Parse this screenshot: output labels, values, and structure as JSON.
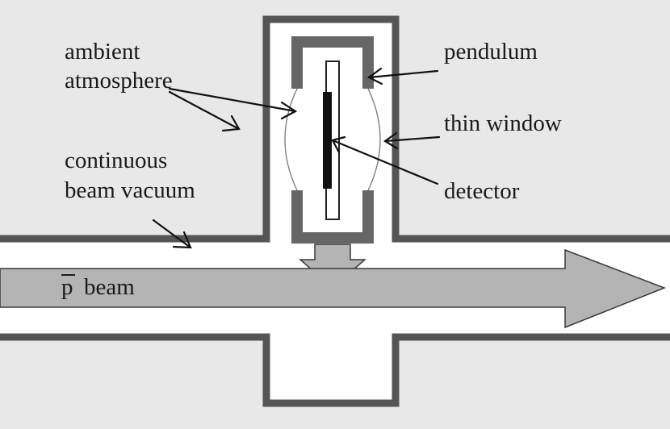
{
  "labels": {
    "ambient_line1": "ambient",
    "ambient_line2": "atmosphere",
    "vacuum_line1": "continuous",
    "vacuum_line2": "beam vacuum",
    "pendulum": "pendulum",
    "thin_window": "thin window",
    "detector": "detector",
    "beam_symbol": "p",
    "beam_word": "beam"
  },
  "colors": {
    "background": "#e8e8e8",
    "wall": "#555555",
    "beam_fill": "#b4b4b4",
    "beam_stroke": "#3a3a3a",
    "window_line": "#777777",
    "text": "#1a1a1a"
  }
}
